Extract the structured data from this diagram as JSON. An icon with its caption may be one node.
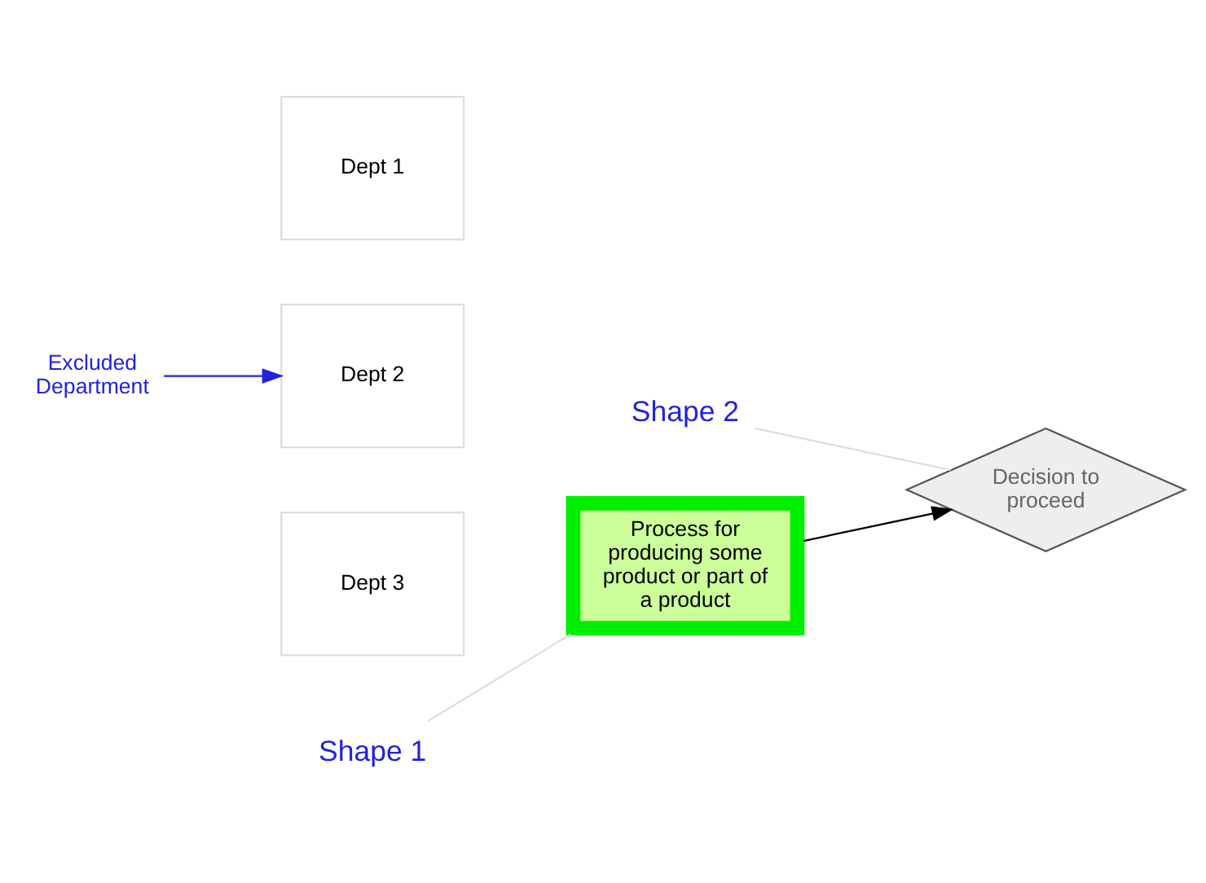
{
  "diagram": {
    "nodes": [
      {
        "text": [
          "Dept 1"
        ]
      },
      {
        "text": [
          "Dept 2"
        ]
      },
      {
        "text": [
          "Dept 3"
        ]
      },
      {
        "text": [],
        "shape": "bar"
      },
      {
        "text": [
          "Process for producing some product or part of a product"
        ],
        "in": 3
      },
      {
        "text": [
          "Decision to proceed"
        ]
      },
      {
        "text": [
          "Shape 1"
        ]
      },
      {
        "text": [
          "Shape 2"
        ]
      },
      {
        "text": [
          "Excluded Department"
        ]
      }
    ],
    "edges": [
      {
        "from": 3,
        "to": 5,
        "arrow": "to",
        "color": "#000000"
      },
      {
        "from": 6,
        "to": 3,
        "arrow": "none",
        "color": "#dddddd"
      },
      {
        "from": 7,
        "to": 5,
        "arrow": "none",
        "color": "#dddddd"
      },
      {
        "from": 8,
        "to": 1,
        "arrow": "to",
        "color": "#2222dd"
      }
    ]
  }
}
